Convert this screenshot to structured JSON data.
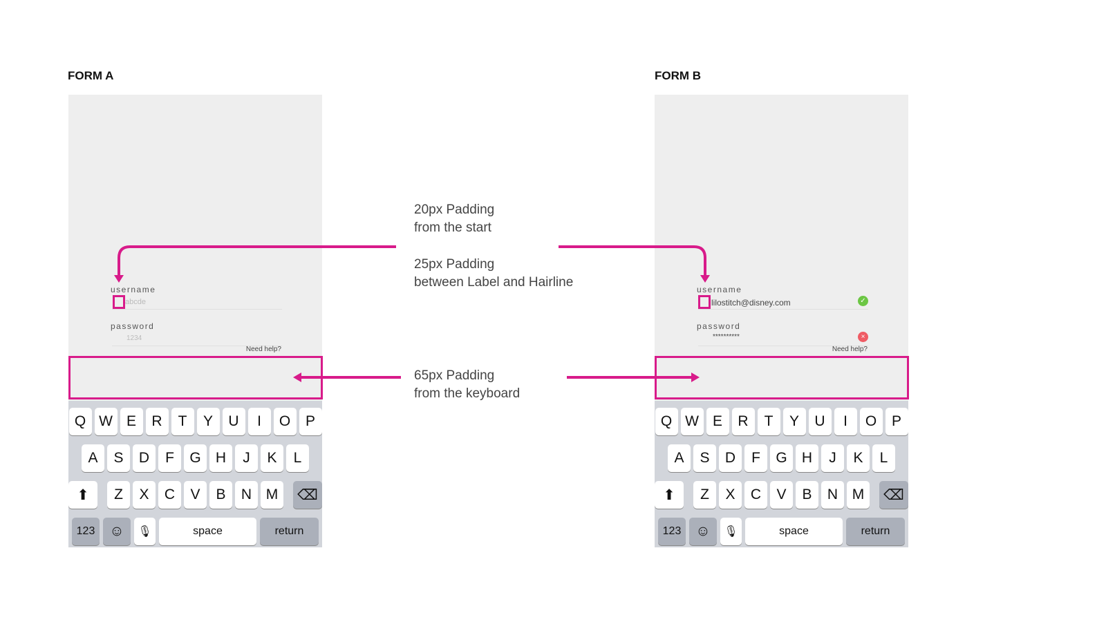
{
  "forms": [
    {
      "title": "FORM A",
      "username_label": "username",
      "username_value": "abcde",
      "password_label": "password",
      "password_value": "1234",
      "help": "Need help?"
    },
    {
      "title": "FORM B",
      "username_label": "username",
      "username_value": "lilostitch@disney.com",
      "password_label": "password",
      "password_value": "**********",
      "help": "Need help?",
      "username_status": "✓",
      "password_status": "×"
    }
  ],
  "keyboard": {
    "rows": [
      [
        "Q",
        "W",
        "E",
        "R",
        "T",
        "Y",
        "U",
        "I",
        "O",
        "P"
      ],
      [
        "A",
        "S",
        "D",
        "F",
        "G",
        "H",
        "J",
        "K",
        "L"
      ],
      [
        "Z",
        "X",
        "C",
        "V",
        "B",
        "N",
        "M"
      ]
    ],
    "shift": "⬆",
    "delete": "⌫",
    "numbers": "123",
    "emoji": "☺",
    "mic": "🎙",
    "space": "space",
    "return": "return"
  },
  "annotations": {
    "start": [
      "20px Padding",
      "from the start"
    ],
    "label": [
      "25px Padding",
      "between Label and Hairline"
    ],
    "keyboard": [
      "65px Padding",
      "from the keyboard"
    ]
  },
  "colors": {
    "accent": "#d81b8a",
    "ok": "#6cc644",
    "error": "#ef5b64"
  }
}
